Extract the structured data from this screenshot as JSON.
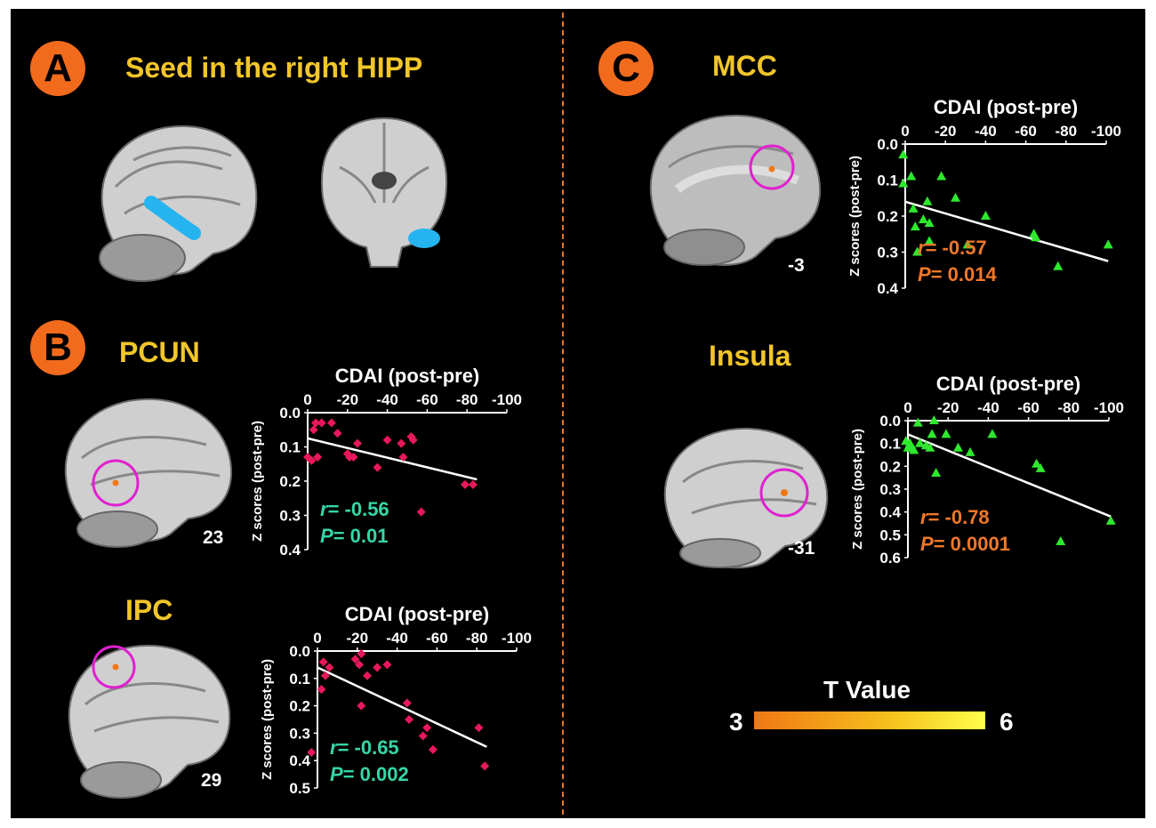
{
  "panels": {
    "A": {
      "badge": "A",
      "title": "Seed in the right HIPP"
    },
    "B": {
      "badge": "B"
    },
    "C": {
      "badge": "C"
    }
  },
  "colors": {
    "background": "#000000",
    "badge": "#f26b1d",
    "title": "#f2c62a",
    "pink_points": "#e8195a",
    "green_points": "#2ee82e",
    "stats_teal": "#36d6a6",
    "stats_orange": "#f0782a",
    "regression_line": "#ffffff",
    "roi_circle": "#e020d0",
    "seed_blue": "#2ab8f0"
  },
  "icons": {
    "roi": "circle-outline-roi-icon",
    "seed": "blue-seed-region-icon"
  },
  "colorbar": {
    "title": "T Value",
    "min_label": "3",
    "max_label": "6",
    "colors": [
      "#f07814",
      "#f6c21e",
      "#ffff4a"
    ]
  },
  "chart_data": [
    {
      "id": "pcun",
      "type": "scatter",
      "region": "PCUN",
      "slice": "23",
      "xlabel": "CDAI (post-pre)",
      "ylabel": "Z scores (post-pre)",
      "xlim": [
        0,
        -100
      ],
      "ylim": [
        0.0,
        0.4
      ],
      "xticks": [
        "0",
        "-20",
        "-40",
        "-60",
        "-80",
        "-100"
      ],
      "yticks": [
        "0.0",
        "0.1",
        "0.2",
        "0.3",
        "0.4"
      ],
      "marker": "diamond",
      "stat_color": "teal",
      "r_label": "r",
      "r_value": "= -0.56",
      "p_label": "P",
      "p_value": "= 0.01",
      "points": [
        [
          0,
          0.13
        ],
        [
          -2,
          0.14
        ],
        [
          -3,
          0.05
        ],
        [
          -4,
          0.03
        ],
        [
          -5,
          0.13
        ],
        [
          -7,
          0.03
        ],
        [
          -12,
          0.03
        ],
        [
          -15,
          0.06
        ],
        [
          -20,
          0.12
        ],
        [
          -21,
          0.13
        ],
        [
          -23,
          0.13
        ],
        [
          -25,
          0.09
        ],
        [
          -35,
          0.16
        ],
        [
          -40,
          0.08
        ],
        [
          -47,
          0.09
        ],
        [
          -48,
          0.13
        ],
        [
          -52,
          0.07
        ],
        [
          -53,
          0.08
        ],
        [
          -57,
          0.29
        ],
        [
          -79,
          0.21
        ],
        [
          -83,
          0.21
        ]
      ],
      "fit": [
        [
          0,
          0.075
        ],
        [
          -85,
          0.195
        ]
      ]
    },
    {
      "id": "ipc",
      "type": "scatter",
      "region": "IPC",
      "slice": "29",
      "xlabel": "CDAI (post-pre)",
      "ylabel": "Z scores (post-pre)",
      "xlim": [
        0,
        -100
      ],
      "ylim": [
        0.0,
        0.5
      ],
      "xticks": [
        "0",
        "-20",
        "-40",
        "-60",
        "-80",
        "-100"
      ],
      "yticks": [
        "0.0",
        "0.1",
        "0.2",
        "0.3",
        "0.4",
        "0.5"
      ],
      "marker": "diamond",
      "stat_color": "teal",
      "r_label": "r",
      "r_value": "= -0.65",
      "p_label": "P",
      "p_value": "= 0.002",
      "points": [
        [
          3,
          0.37
        ],
        [
          -2,
          0.14
        ],
        [
          -3,
          0.04
        ],
        [
          -4,
          0.09
        ],
        [
          -6,
          0.06
        ],
        [
          -19,
          0.03
        ],
        [
          -21,
          0.05
        ],
        [
          -22,
          0.01
        ],
        [
          -22,
          0.2
        ],
        [
          -25,
          0.09
        ],
        [
          -30,
          0.06
        ],
        [
          -35,
          0.05
        ],
        [
          -45,
          0.19
        ],
        [
          -46,
          0.25
        ],
        [
          -53,
          0.31
        ],
        [
          -55,
          0.28
        ],
        [
          -58,
          0.36
        ],
        [
          -81,
          0.28
        ],
        [
          -84,
          0.42
        ]
      ],
      "fit": [
        [
          0,
          0.06
        ],
        [
          -85,
          0.35
        ]
      ]
    },
    {
      "id": "mcc",
      "type": "scatter",
      "region": "MCC",
      "slice": "-3",
      "xlabel": "CDAI (post-pre)",
      "ylabel": "Z scores (post-pre)",
      "xlim": [
        0,
        -100
      ],
      "ylim": [
        0.0,
        0.4
      ],
      "xticks": [
        "0",
        "-20",
        "-40",
        "-60",
        "-80",
        "-100"
      ],
      "yticks": [
        "0.0",
        "0.1",
        "0.2",
        "0.3",
        "0.4"
      ],
      "marker": "triangle",
      "stat_color": "orange",
      "r_label": "r",
      "r_value": "= -0.57",
      "p_label": "P",
      "p_value": "= 0.014",
      "points": [
        [
          1,
          0.03
        ],
        [
          1,
          0.11
        ],
        [
          -3,
          0.09
        ],
        [
          -4,
          0.18
        ],
        [
          -5,
          0.23
        ],
        [
          -6,
          0.3
        ],
        [
          -9,
          0.21
        ],
        [
          -11,
          0.16
        ],
        [
          -12,
          0.22
        ],
        [
          -12,
          0.27
        ],
        [
          -18,
          0.09
        ],
        [
          -25,
          0.15
        ],
        [
          -31,
          0.28
        ],
        [
          -40,
          0.2
        ],
        [
          -64,
          0.25
        ],
        [
          -65,
          0.26
        ],
        [
          -76,
          0.34
        ],
        [
          -101,
          0.28
        ]
      ],
      "fit": [
        [
          0,
          0.16
        ],
        [
          -101,
          0.325
        ]
      ]
    },
    {
      "id": "insula",
      "type": "scatter",
      "region": "Insula",
      "slice": "-31",
      "xlabel": "CDAI (post-pre)",
      "ylabel": "Z scores (post-pre)",
      "xlim": [
        0,
        -100
      ],
      "ylim": [
        0.0,
        0.6
      ],
      "xticks": [
        "0",
        "-20",
        "-40",
        "-60",
        "-80",
        "-100"
      ],
      "yticks": [
        "0.0",
        "0.1",
        "0.2",
        "0.3",
        "0.4",
        "0.5",
        "0.6"
      ],
      "marker": "triangle",
      "stat_color": "orange",
      "r_label": "r",
      "r_value": "= -0.78",
      "p_label": "P",
      "p_value": "= 0.0001",
      "points": [
        [
          1,
          0.09
        ],
        [
          0,
          0.12
        ],
        [
          -1,
          0.1
        ],
        [
          -2,
          0.12
        ],
        [
          -3,
          0.13
        ],
        [
          -5,
          0.01
        ],
        [
          -6,
          0.1
        ],
        [
          -9,
          0.11
        ],
        [
          -11,
          0.12
        ],
        [
          -12,
          0.06
        ],
        [
          -13,
          0.0
        ],
        [
          -14,
          0.23
        ],
        [
          -19,
          0.06
        ],
        [
          -25,
          0.12
        ],
        [
          -31,
          0.14
        ],
        [
          -42,
          0.06
        ],
        [
          -64,
          0.19
        ],
        [
          -66,
          0.21
        ],
        [
          -76,
          0.53
        ],
        [
          -101,
          0.44
        ]
      ],
      "fit": [
        [
          0,
          0.06
        ],
        [
          -101,
          0.42
        ]
      ]
    }
  ]
}
